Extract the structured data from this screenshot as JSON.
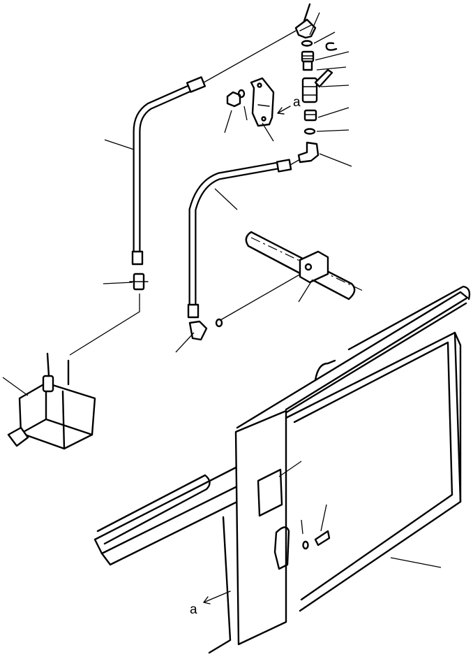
{
  "diagram": {
    "kind": "exploded-parts-view",
    "reference_marks": [
      "a",
      "a"
    ]
  }
}
